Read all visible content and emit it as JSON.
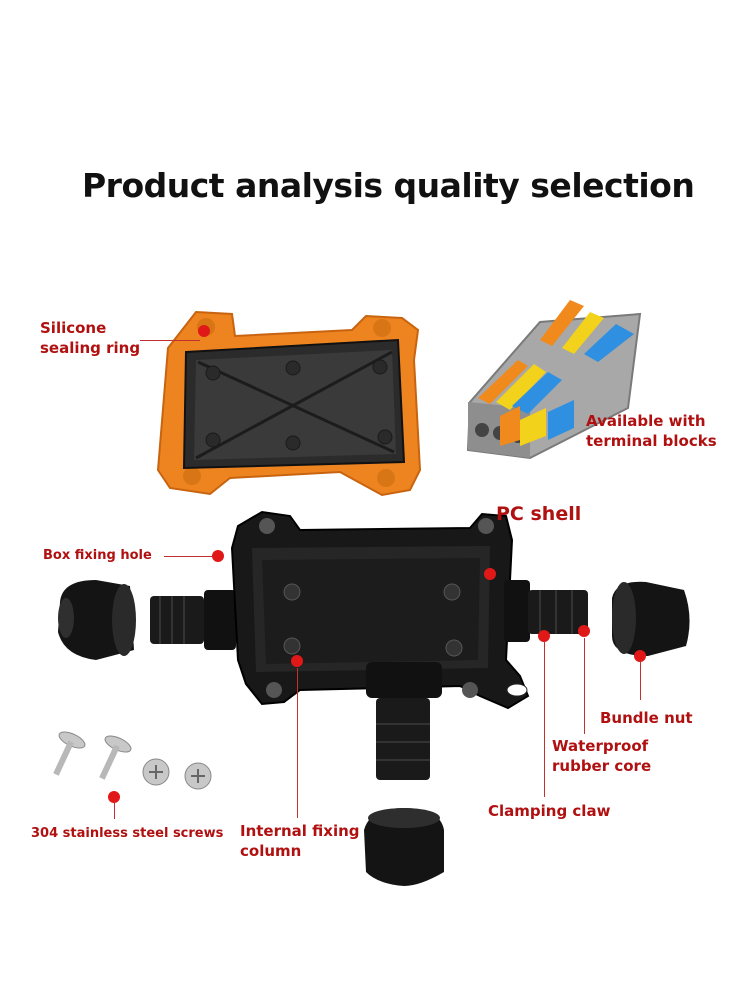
{
  "title": "Product analysis quality selection",
  "labels": {
    "silicone_1": "Silicone",
    "silicone_2": "sealing ring",
    "terminal_1": "Available with",
    "terminal_2": "terminal blocks",
    "pc_shell": "PC shell",
    "box_fixing_hole": "Box fixing hole",
    "bundle_nut": "Bundle nut",
    "waterproof_1": "Waterproof",
    "waterproof_2": "rubber core",
    "clamping_claw": "Clamping claw",
    "screws": "304 stainless steel screws",
    "internal_1": "Internal fixing",
    "internal_2": "column"
  },
  "colors": {
    "label_red": "#b01010",
    "dot_red": "#e01818",
    "orange": "#f08a1c",
    "yellow": "#f2d21a",
    "blue": "#2f8fe0",
    "grey": "#9a9a9a",
    "black": "#151515"
  }
}
